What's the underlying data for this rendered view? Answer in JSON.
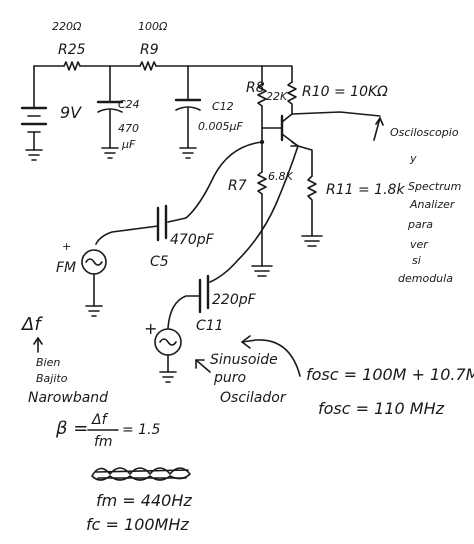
{
  "components": {
    "r25": {
      "value": "220Ω",
      "ref": "R25"
    },
    "r9": {
      "value": "100Ω",
      "ref": "R9"
    },
    "r10": {
      "label": "R10 = 10KΩ"
    },
    "r8": {
      "ref": "R8",
      "value": "22K"
    },
    "r7": {
      "ref": "R7",
      "value": "6.8K"
    },
    "r11": {
      "label": "R11 = 1.8k"
    },
    "supply": {
      "label": "9V"
    },
    "c24": {
      "ref": "C24",
      "value_line1": "470",
      "value_line2": "μF"
    },
    "c12": {
      "ref": "C12",
      "value": "0.005μF"
    },
    "c5": {
      "value": "470pF",
      "ref": "C5"
    },
    "c11": {
      "value": "220pF",
      "ref": "C11"
    },
    "fm_source": {
      "label": "FM",
      "plus": "+"
    },
    "osc_source": {
      "plus": "+"
    }
  },
  "notes": {
    "scope_lines": [
      "Osciloscopio",
      "y",
      "Spectrum",
      "Analizer",
      "para",
      "ver",
      "si",
      "demodula"
    ],
    "delta_f": "Δf",
    "narrowband_lines": [
      "Bien",
      "Bajito",
      "Narowband"
    ],
    "sinusoid_lines": [
      "Sinusoide",
      "puro",
      "Oscilador"
    ],
    "beta_lhs": "β =",
    "beta_num": "Δf",
    "beta_den": "fm",
    "beta_rhs": "= 1.5",
    "fosc_1": "fosc = 100M + 10.7M",
    "fosc_2": "fosc = 110 MHz",
    "fm_value": "fm = 440Hz",
    "fc_value": "fc = 100MHz"
  }
}
